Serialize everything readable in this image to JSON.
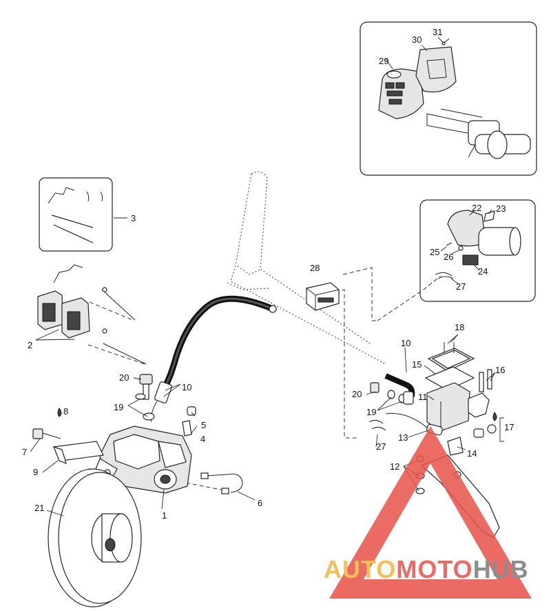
{
  "callouts": [
    "1",
    "2",
    "3",
    "4",
    "5",
    "6",
    "7",
    "8",
    "9",
    "10",
    "10",
    "11",
    "12",
    "13",
    "14",
    "15",
    "16",
    "17",
    "18",
    "19",
    "19",
    "20",
    "20",
    "21",
    "22",
    "23",
    "24",
    "25",
    "26",
    "27",
    "27",
    "28",
    "29",
    "30",
    "31"
  ],
  "watermark": {
    "part1": "AUTO",
    "part2": "MOTO",
    "part3": "HUB",
    "color1": "#f2b63c",
    "color2": "#e8524a",
    "color3": "#7a7a7a",
    "triangle_color": "#e8524a"
  }
}
